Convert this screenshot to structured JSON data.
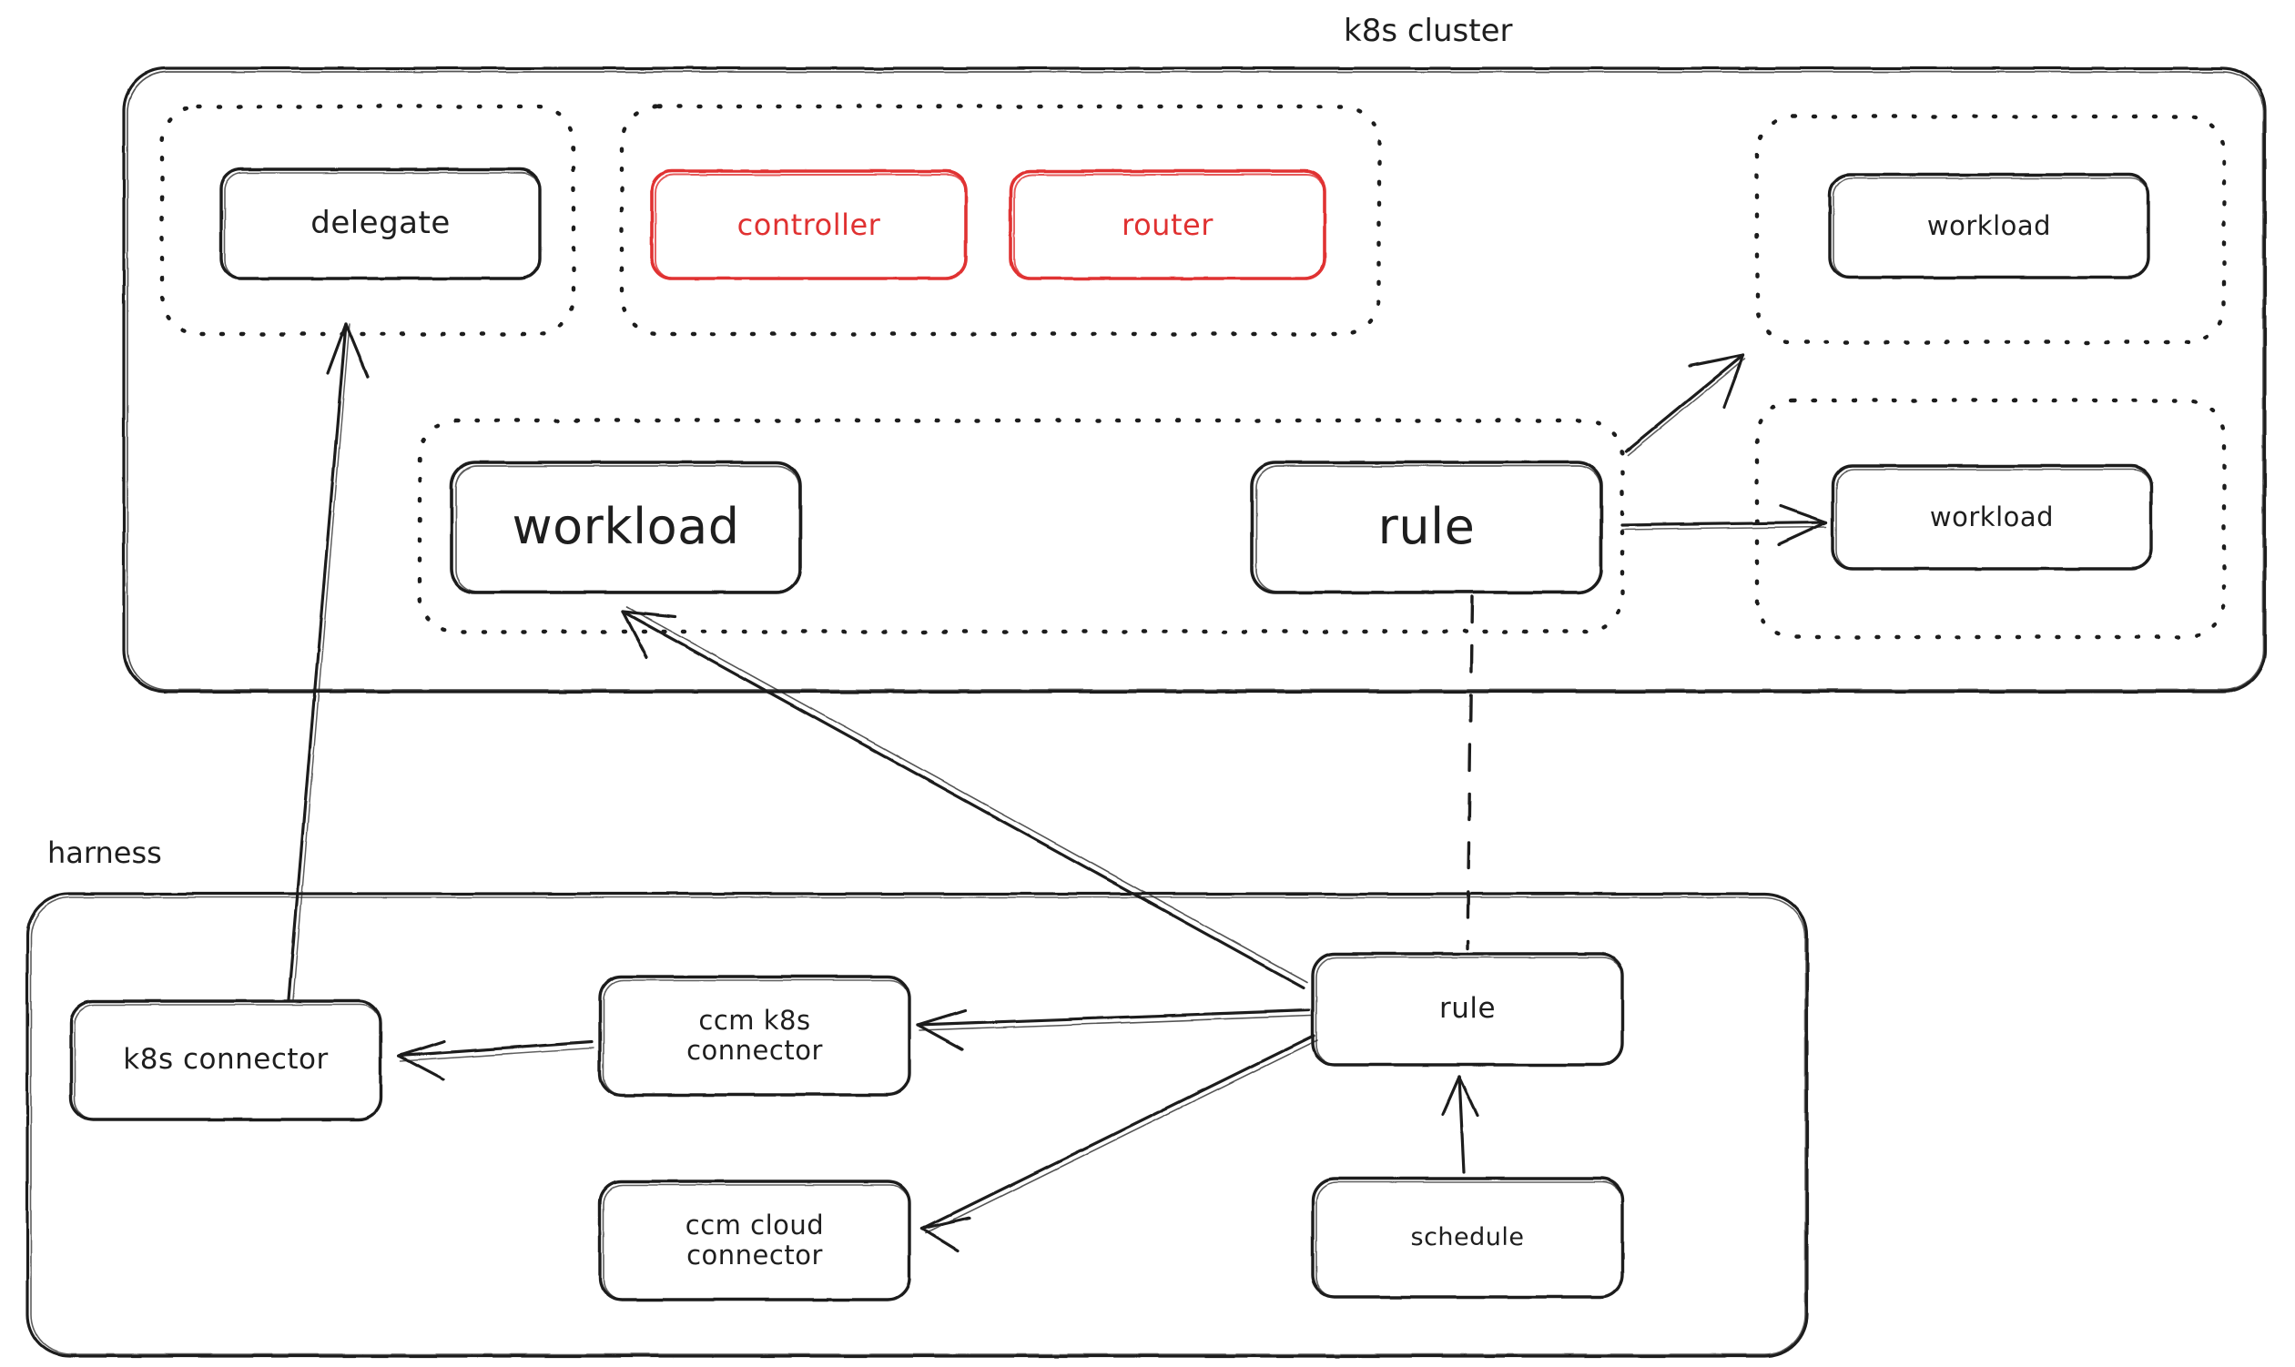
{
  "diagram": {
    "style": "hand-drawn sketch (excalidraw)",
    "background": "#ffffff",
    "stroke_color": "#1e1e1e",
    "accent_color": "#e03131",
    "groups": [
      {
        "id": "k8s-cluster",
        "label": "k8s cluster",
        "label_position": "top-center-outside",
        "border": "solid",
        "color": "#1e1e1e"
      },
      {
        "id": "harness",
        "label": "harness",
        "label_position": "top-left-outside",
        "border": "solid",
        "color": "#1e1e1e"
      },
      {
        "id": "delegate-ns",
        "label": "",
        "border": "dotted",
        "color": "#1e1e1e"
      },
      {
        "id": "control-ns",
        "label": "",
        "border": "dotted",
        "color": "#1e1e1e"
      },
      {
        "id": "workload-ns-1",
        "label": "",
        "border": "dotted",
        "color": "#1e1e1e"
      },
      {
        "id": "workload-ns-2",
        "label": "",
        "border": "dotted",
        "color": "#1e1e1e"
      },
      {
        "id": "rule-ns",
        "label": "",
        "border": "dotted",
        "color": "#1e1e1e"
      }
    ],
    "nodes": [
      {
        "id": "delegate",
        "label": "delegate",
        "color": "#1e1e1e",
        "font_size": 34,
        "group": "delegate-ns"
      },
      {
        "id": "controller",
        "label": "controller",
        "color": "#e03131",
        "font_size": 30,
        "group": "control-ns"
      },
      {
        "id": "router",
        "label": "router",
        "color": "#e03131",
        "font_size": 30,
        "group": "control-ns"
      },
      {
        "id": "workload-top-right",
        "label": "workload",
        "color": "#1e1e1e",
        "font_size": 28,
        "group": "workload-ns-1"
      },
      {
        "id": "workload-mid-right",
        "label": "workload",
        "color": "#1e1e1e",
        "font_size": 28,
        "group": "workload-ns-2"
      },
      {
        "id": "workload-center",
        "label": "workload",
        "color": "#1e1e1e",
        "font_size": 50,
        "group": "rule-ns"
      },
      {
        "id": "rule-k8s",
        "label": "rule",
        "color": "#1e1e1e",
        "font_size": 50,
        "group": "rule-ns"
      },
      {
        "id": "k8s-connector",
        "label": "k8s connector",
        "color": "#1e1e1e",
        "font_size": 30,
        "group": "harness"
      },
      {
        "id": "ccm-k8s-connector",
        "label": "ccm k8s\nconnector",
        "color": "#1e1e1e",
        "font_size": 28,
        "group": "harness"
      },
      {
        "id": "ccm-cloud-connector",
        "label": "ccm cloud\nconnector",
        "color": "#1e1e1e",
        "font_size": 28,
        "group": "harness"
      },
      {
        "id": "rule-harness",
        "label": "rule",
        "color": "#1e1e1e",
        "font_size": 30,
        "group": "harness"
      },
      {
        "id": "schedule",
        "label": "schedule",
        "color": "#1e1e1e",
        "font_size": 26,
        "group": "harness"
      }
    ],
    "edges": [
      {
        "from": "k8s-connector",
        "to": "delegate",
        "style": "solid",
        "arrow": "end"
      },
      {
        "from": "rule-harness",
        "to": "workload-center",
        "style": "solid",
        "arrow": "end"
      },
      {
        "from": "rule-harness",
        "to": "ccm-k8s-connector",
        "style": "solid",
        "arrow": "end"
      },
      {
        "from": "rule-harness",
        "to": "ccm-cloud-connector",
        "style": "solid",
        "arrow": "end"
      },
      {
        "from": "ccm-k8s-connector",
        "to": "k8s-connector",
        "style": "solid",
        "arrow": "end"
      },
      {
        "from": "schedule",
        "to": "rule-harness",
        "style": "solid",
        "arrow": "end"
      },
      {
        "from": "rule-k8s",
        "to": "workload-top-right",
        "style": "solid",
        "arrow": "end"
      },
      {
        "from": "rule-k8s",
        "to": "workload-mid-right",
        "style": "solid",
        "arrow": "end"
      },
      {
        "from": "rule-k8s",
        "to": "rule-harness",
        "style": "dashed",
        "arrow": "none"
      }
    ]
  },
  "labels": {
    "k8s_cluster": "k8s cluster",
    "harness": "harness",
    "delegate": "delegate",
    "controller": "controller",
    "router": "router",
    "workload_top_right": "workload",
    "workload_mid_right": "workload",
    "workload_center": "workload",
    "rule_k8s": "rule",
    "k8s_connector": "k8s connector",
    "ccm_k8s_connector_line1": "ccm k8s",
    "ccm_k8s_connector_line2": "connector",
    "ccm_cloud_connector_line1": "ccm cloud",
    "ccm_cloud_connector_line2": "connector",
    "rule_harness": "rule",
    "schedule": "schedule"
  }
}
